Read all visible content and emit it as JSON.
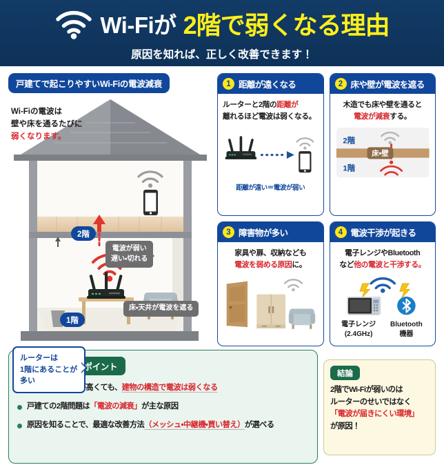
{
  "header": {
    "icon": "wifi-icon",
    "title_plain": "Wi-Fiが",
    "title_accent": "2階で弱くなる理由",
    "subtitle": "原因を知れば、正しく改善できます！",
    "bg_color": "#123b66",
    "accent_color": "#ffef19"
  },
  "house_panel": {
    "title": "戸建てで起こりやすいWi-Fiの電波減衰",
    "note_line1": "Wi-Fiの電波は",
    "note_line2": "壁や床を通るたびに",
    "note_line3": "弱くなります。",
    "badge_2f": "2階",
    "badge_1f": "1階",
    "bubble_weak_line1": "電波が弱い",
    "bubble_weak_line2": "遅い・切れる",
    "bubble_floor": "床・天井が電波を遮る",
    "bubble_router_line1": "ルーターは",
    "bubble_router_line2": "1階にあることが",
    "bubble_router_line3": "多い"
  },
  "cards": [
    {
      "number": "1",
      "title": "距離が遠くなる",
      "desc_pre": "ルーターと2階の",
      "desc_red": "距離が",
      "desc_post": "離れるほど電波は弱くなる。",
      "caption": "距離が遠い＝電波が弱い"
    },
    {
      "number": "2",
      "title": "床や壁が電波を遮る",
      "desc_pre": "木造でも床や壁を通ると",
      "desc_red": "電波が減衰",
      "desc_post": "する。",
      "label_2f": "2階",
      "label_1f": "1階",
      "label_barrier": "床・壁"
    },
    {
      "number": "3",
      "title": "障害物が多い",
      "desc_pre": "家具や扉、収納なども",
      "desc_red": "電波を弱める原因",
      "desc_post": "に。"
    },
    {
      "number": "4",
      "title": "電波干渉が起きる",
      "desc_pre": "電子レンジやBluetooth",
      "desc_mid": "など",
      "desc_red": "他の電波と干渉する。",
      "icon1_line1": "電子レンジ",
      "icon1_line2": "(2.4GHz)",
      "icon2_line1": "Bluetooth",
      "icon2_line2": "機器"
    }
  ],
  "points": {
    "title": "覚えておきたいポイント",
    "items": [
      {
        "pre": "ルーターの性能が高くても、",
        "red": "建物の構造で電波は弱くなる",
        "post": ""
      },
      {
        "pre": "戸建ての2階問題は",
        "red": "「電波の減衰」",
        "post": "が主な原因"
      },
      {
        "pre": "原因を知ることで、最適な改善方法",
        "red": "（メッシュ・中継機・買い替え）",
        "post": "が選べる"
      }
    ]
  },
  "conclusion": {
    "title": "結論",
    "line1": "2階でWi-Fiが弱いのは",
    "line2": "ルーターのせいではなく",
    "line3_red": "「電波が届きにくい環境」",
    "line4": "が原因！"
  }
}
